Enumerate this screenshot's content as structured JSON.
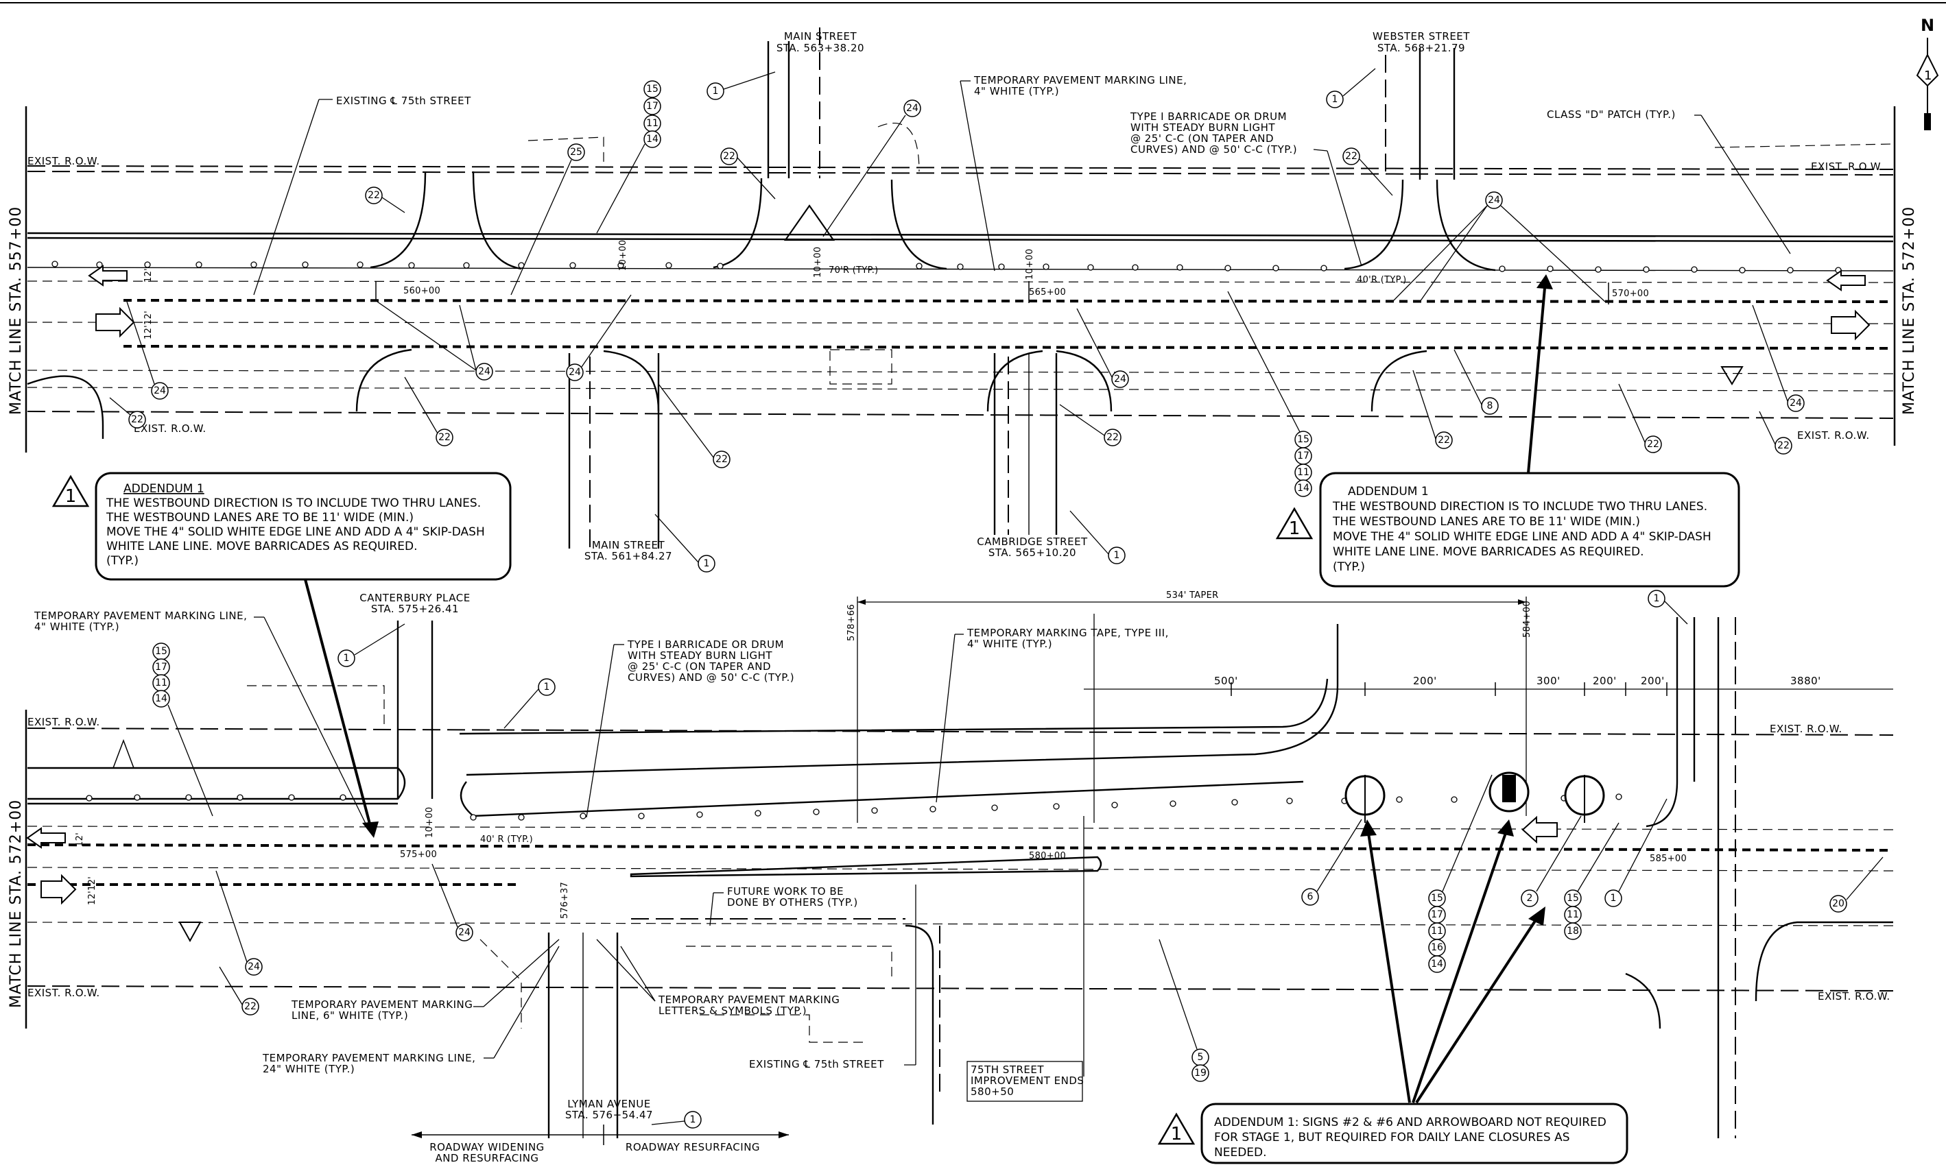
{
  "match_lines": {
    "top_left": "MATCH LINE STA. 557+00",
    "top_right": "MATCH LINE STA. 572+00",
    "bottom_left": "MATCH LINE STA. 572+00"
  },
  "north_arrow": {
    "letter": "N"
  },
  "streets": {
    "main_street_north": {
      "name": "MAIN STREET",
      "station": "STA. 563+38.20"
    },
    "webster_street": {
      "name": "WEBSTER STREET",
      "station": "STA. 568+21.79"
    },
    "main_street_south": {
      "name": "MAIN STREET",
      "station": "STA. 561+84.27"
    },
    "cambridge_street": {
      "name": "CAMBRIDGE STREET",
      "station": "STA. 565+10.20"
    },
    "canterbury_place": {
      "name": "CANTERBURY PLACE",
      "station": "STA. 575+26.41"
    },
    "lyman_avenue": {
      "name": "LYMAN AVENUE",
      "station": "STA. 576+54.47"
    }
  },
  "row_labels": {
    "exist_row": "EXIST. R.O.W."
  },
  "stations": {
    "s560": "560+00",
    "s565": "565+00",
    "s570": "570+00",
    "s575": "575+00",
    "s580": "580+00",
    "s585": "585+00",
    "v10a": "10+00",
    "v10b": "10+00",
    "v10c": "10+00",
    "v10d": "10+00",
    "s57866": "578+66",
    "s58400": "584+00",
    "s57637": "576+37"
  },
  "notes": {
    "existing_cl_top": "EXISTING ℄ 75th STREET",
    "existing_cl_bottom": "EXISTING ℄ 75th STREET",
    "temp_marking_top": [
      "TEMPORARY PAVEMENT MARKING LINE,",
      "4\" WHITE (TYP.)"
    ],
    "barricade_top": [
      "TYPE I BARRICADE OR DRUM",
      "WITH STEADY BURN LIGHT",
      "@ 25' C-C (ON TAPER AND",
      "CURVES) AND @ 50' C-C (TYP.)"
    ],
    "class_d_patch": "CLASS \"D\" PATCH (TYP.)",
    "radius_70": "70'R (TYP.)",
    "radius_40_top": "40'R (TYP.)",
    "radius_40_bottom": "40' R (TYP.)",
    "temp_marking_bottom_left": [
      "TEMPORARY PAVEMENT MARKING LINE,",
      "4\" WHITE (TYP.)"
    ],
    "barricade_bottom": [
      "TYPE I BARRICADE OR DRUM",
      "WITH STEADY BURN LIGHT",
      "@ 25' C-C (ON TAPER AND",
      "CURVES) AND @ 50' C-C (TYP.)"
    ],
    "marking_tape": [
      "TEMPORARY MARKING TAPE, TYPE III,",
      "4\" WHITE (TYP.)"
    ],
    "taper": "534' TAPER",
    "future_work": [
      "FUTURE WORK TO BE",
      "DONE BY OTHERS (TYP.)"
    ],
    "temp_marking_6in": [
      "TEMPORARY PAVEMENT MARKING",
      "LINE, 6\" WHITE (TYP.)"
    ],
    "temp_marking_letters": [
      "TEMPORARY PAVEMENT MARKING",
      "LETTERS & SYMBOLS (TYP.)"
    ],
    "temp_marking_24in": [
      "TEMPORARY PAVEMENT MARKING LINE,",
      "24\" WHITE (TYP.)"
    ],
    "improvement_ends": [
      "75TH STREET",
      "IMPROVEMENT ENDS",
      "580+50"
    ],
    "roadway_widening": [
      "ROADWAY WIDENING",
      "AND RESURFACING"
    ],
    "roadway_resurfacing": "ROADWAY RESURFACING",
    "lane_width_12": "12'",
    "lane_width_12_12": "12'12'"
  },
  "dimensions": {
    "d500": "500'",
    "d200a": "200'",
    "d300": "300'",
    "d200b": "200'",
    "d200c": "200'",
    "d3880": "3880'"
  },
  "addenda": {
    "left": {
      "number": "1",
      "title": "ADDENDUM 1",
      "lines": [
        "THE WESTBOUND DIRECTION IS TO INCLUDE TWO THRU LANES.",
        "THE WESTBOUND LANES ARE TO BE 11' WIDE (MIN.)",
        "MOVE THE 4\" SOLID WHITE EDGE LINE AND ADD A 4\" SKIP-DASH",
        "WHITE LANE LINE.  MOVE BARRICADES AS REQUIRED.",
        "(TYP.)"
      ]
    },
    "right": {
      "number": "1",
      "title": "ADDENDUM 1",
      "lines": [
        "THE WESTBOUND DIRECTION IS TO INCLUDE TWO THRU LANES.",
        "THE WESTBOUND LANES ARE TO BE 11' WIDE (MIN.)",
        "MOVE THE 4\" SOLID WHITE EDGE LINE AND ADD A 4\" SKIP-DASH",
        "WHITE LANE LINE.  MOVE BARRICADES AS REQUIRED.",
        "(TYP.)"
      ]
    },
    "bottom": {
      "number": "1",
      "lines": [
        "ADDENDUM 1:  SIGNS #2 & #6 AND ARROWBOARD NOT REQUIRED",
        "FOR STAGE 1, BUT REQUIRED FOR DAILY LANE CLOSURES AS",
        "NEEDED."
      ]
    }
  },
  "callouts": {
    "c1": "1",
    "c2": "2",
    "c5": "5",
    "c6": "6",
    "c8": "8",
    "c11": "11",
    "c14": "14",
    "c15": "15",
    "c16": "16",
    "c17": "17",
    "c18": "18",
    "c19": "19",
    "c20": "20",
    "c22": "22",
    "c24": "24",
    "c25": "25"
  }
}
